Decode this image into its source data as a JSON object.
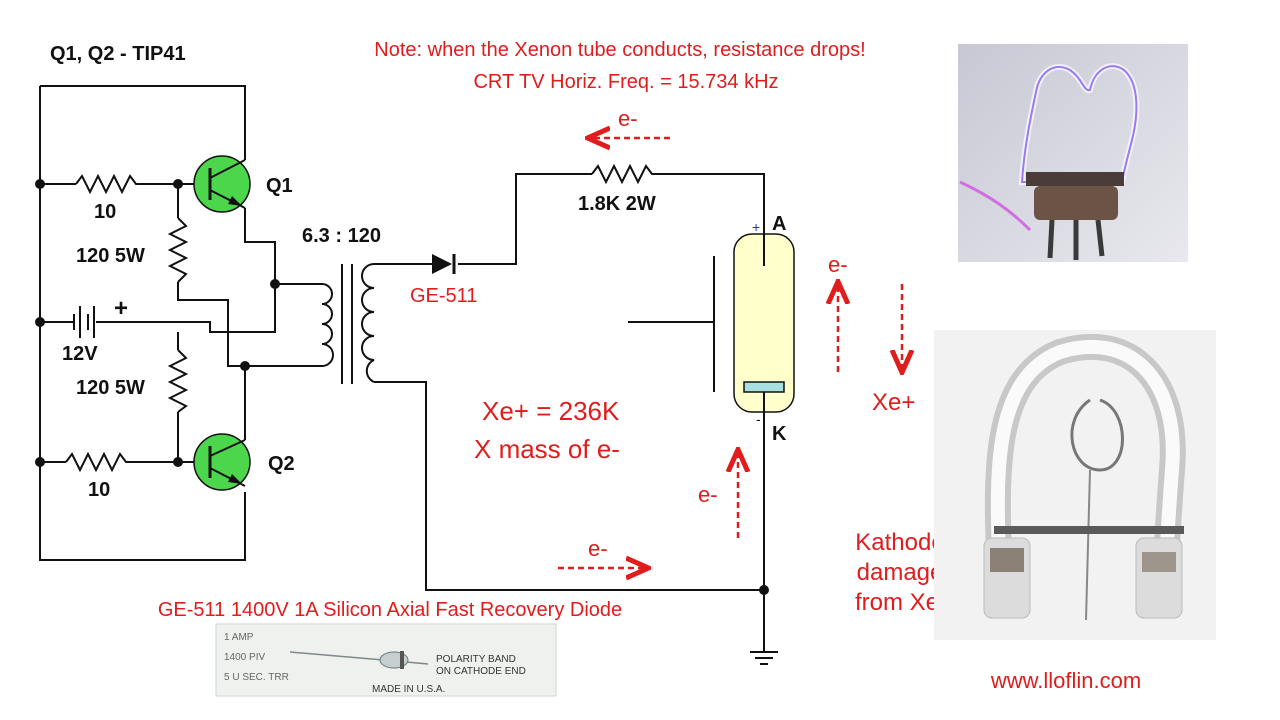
{
  "header": {
    "transistors": "Q1, Q2 - TIP41",
    "note": "Note: when the Xenon tube conducts, resistance drops!",
    "freq": "CRT TV Horiz. Freq. =  15.734 kHz"
  },
  "components": {
    "q1": "Q1",
    "q2": "Q2",
    "r_top": "10",
    "r_bottom": "10",
    "r_bias_top": "120 5W",
    "r_bias_bottom": "120 5W",
    "battery": "12V",
    "battery_plus": "+",
    "ratio": "6.3 : 120",
    "diode": "GE-511",
    "resistor": "1.8K 2W",
    "anode": "A",
    "kathode": "K",
    "tube_plus": "+",
    "tube_minus": "-"
  },
  "annotations": {
    "electron": "e-",
    "xenon_ion": "Xe+",
    "mass_line1": "Xe+ = 236K",
    "mass_line2": "X mass of e-",
    "kathode_damage": [
      "Kathode",
      "damage",
      "from Xe+"
    ],
    "diode_desc": "GE-511 1400V 1A Silicon Axial Fast Recovery Diode",
    "website": "www.lloflin.com"
  },
  "diode_photo": {
    "line1": "1 AMP",
    "line2": "1400 PIV",
    "line3": "5 U SEC. TRR",
    "band1": "POLARITY BAND",
    "band2": "ON CATHODE END",
    "made": "MADE IN U.S.A."
  },
  "colors": {
    "text_red": "#e01c1c",
    "transistor_green": "#4cd64c",
    "tube_fill": "#ffffcc",
    "kathode_fill": "#a7e0e0",
    "wire": "#111111"
  }
}
